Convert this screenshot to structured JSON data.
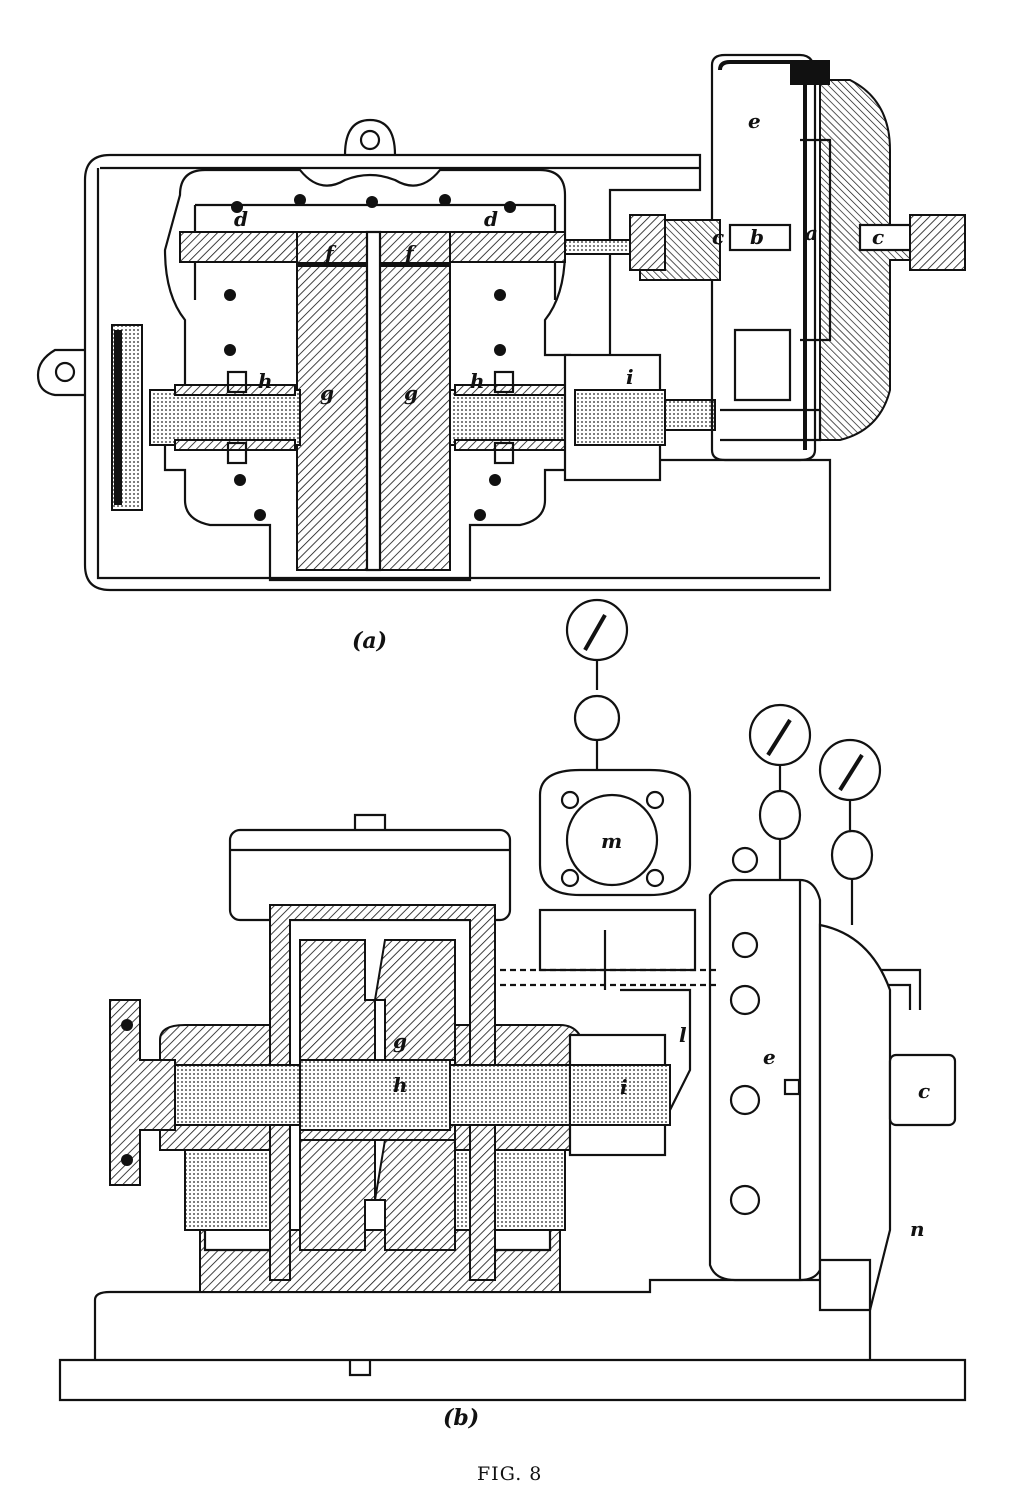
{
  "labels_a": {
    "e": "e",
    "d1": "d",
    "d2": "d",
    "f1": "f",
    "f2": "f",
    "c1": "c",
    "b": "b",
    "a": "a",
    "c2": "c",
    "h1": "h",
    "g1": "g",
    "g2": "g",
    "h2": "h",
    "i": "i"
  },
  "labels_b": {
    "m": "m",
    "g": "g",
    "h": "h",
    "i": "i",
    "l": "l",
    "e": "e",
    "c": "c",
    "n": "n"
  },
  "captions": {
    "a": "(a)",
    "b": "(b)",
    "figure": "FIG. 8"
  }
}
